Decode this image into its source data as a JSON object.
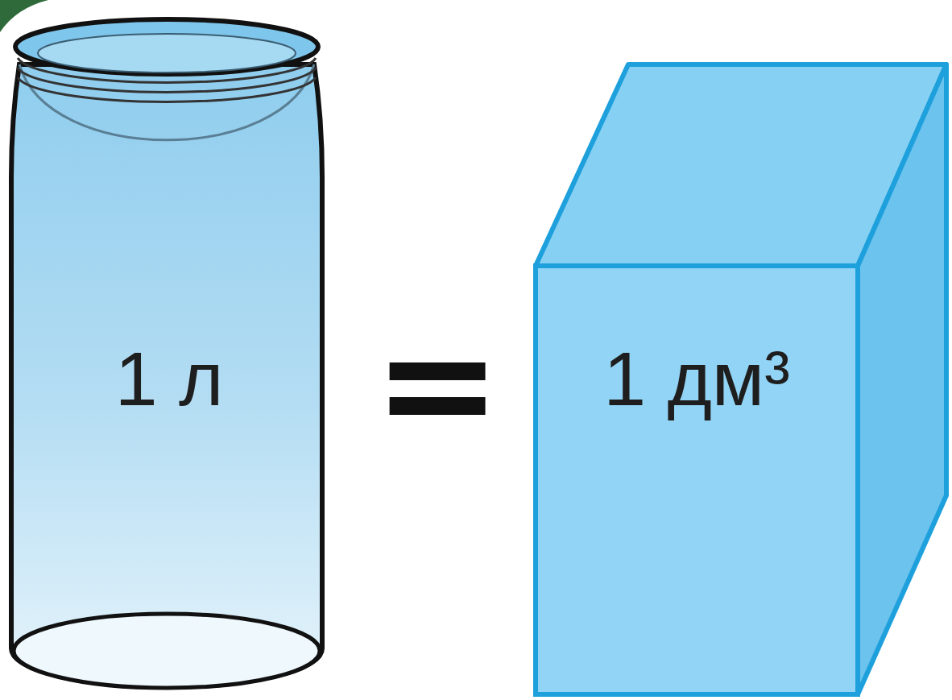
{
  "diagram": {
    "nodes": [
      {
        "text": [
          "1 л"
        ]
      },
      {
        "text": [
          "1 дм³"
        ]
      }
    ],
    "labels": [
      "="
    ]
  }
}
